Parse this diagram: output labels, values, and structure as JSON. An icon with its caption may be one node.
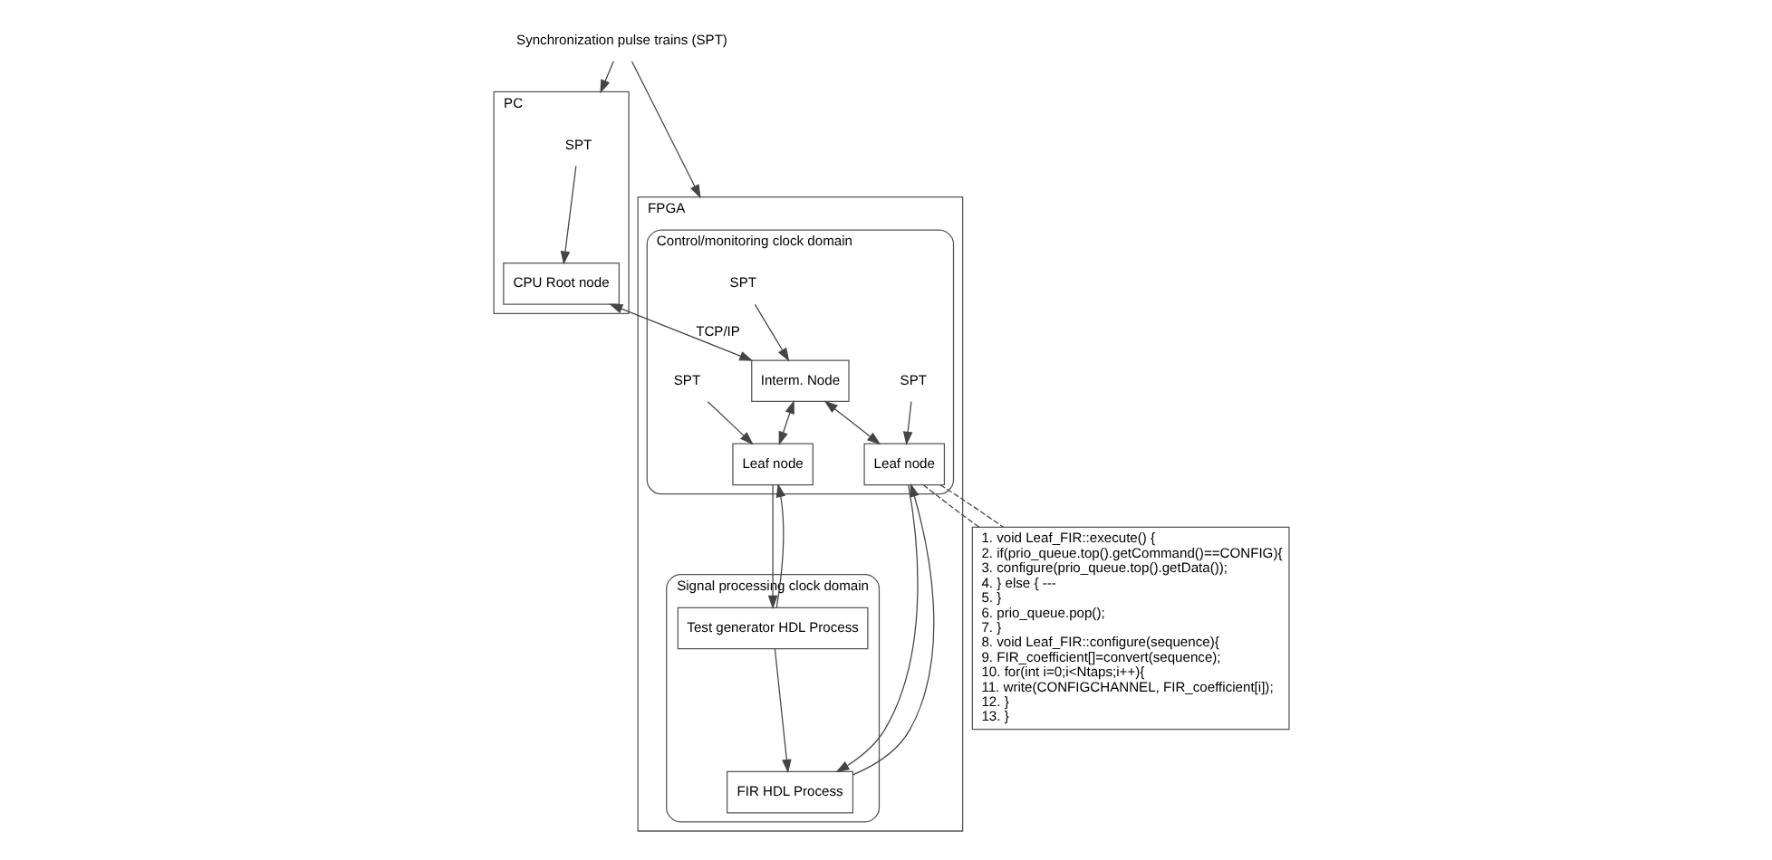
{
  "diagram": {
    "nodes": [
      {
        "text": [
          "Synchronization pulse trains (SPT)"
        ]
      },
      {
        "text": [
          "PC"
        ]
      },
      {
        "text": [
          "SPT"
        ],
        "in": 1
      },
      {
        "text": [
          "CPU Root node"
        ],
        "in": 1
      },
      {
        "text": [
          "FPGA"
        ]
      },
      {
        "text": [
          "Control/monitoring clock domain"
        ],
        "in": 4
      },
      {
        "text": [
          "SPT"
        ],
        "in": 5
      },
      {
        "text": [
          "Interm. Node"
        ],
        "in": 5
      },
      {
        "text": [
          "SPT"
        ],
        "in": 5
      },
      {
        "text": [
          "Leaf node"
        ],
        "in": 5
      },
      {
        "text": [
          "SPT"
        ],
        "in": 5
      },
      {
        "text": [
          "Leaf node"
        ],
        "in": 5
      },
      {
        "text": [
          "Signal processing clock domain"
        ],
        "in": 4
      },
      {
        "text": [
          "Test generator HDL Process"
        ],
        "in": 12
      },
      {
        "text": [
          "FIR HDL Process"
        ],
        "in": 12
      },
      {
        "text": [
          "1. void Leaf_FIR::execute() {",
          "2. if(prio_queue.top().getCommand()==CONFIG){",
          "3. configure(prio_queue.top().getData());",
          "4. } else { ---",
          "5. }",
          "6. prio_queue.pop();",
          "7. }",
          "8. void Leaf_FIR::configure(sequence){",
          "9. FIR_coefficient[]=convert(sequence);",
          "10. for(int i=0;i<Ntaps;i++){",
          "11. write(CONFIGCHANNEL, FIR_coefficient[i]);",
          "12. }",
          "13. }"
        ]
      }
    ],
    "edges": [
      {
        "from": 0,
        "to": 1,
        "arrow": "to"
      },
      {
        "from": 0,
        "to": 4,
        "arrow": "to"
      },
      {
        "from": 2,
        "to": 3,
        "arrow": "to"
      },
      {
        "from": 3,
        "to": 7,
        "arrow": "both",
        "label": "TCP/IP"
      },
      {
        "from": 6,
        "to": 7,
        "arrow": "to"
      },
      {
        "from": 7,
        "to": 9,
        "arrow": "both"
      },
      {
        "from": 7,
        "to": 11,
        "arrow": "both"
      },
      {
        "from": 8,
        "to": 9,
        "arrow": "to"
      },
      {
        "from": 10,
        "to": 11,
        "arrow": "to"
      },
      {
        "from": 9,
        "to": 13,
        "arrow": "to"
      },
      {
        "from": 13,
        "to": 9,
        "arrow": "to"
      },
      {
        "from": 11,
        "to": 14,
        "arrow": "to"
      },
      {
        "from": 14,
        "to": 11,
        "arrow": "to"
      },
      {
        "from": 13,
        "to": 14,
        "arrow": "to"
      },
      {
        "from": 11,
        "to": 15,
        "arrow": "none",
        "style": "dashed"
      },
      {
        "from": 11,
        "to": 15,
        "arrow": "none",
        "style": "dashed"
      }
    ]
  }
}
